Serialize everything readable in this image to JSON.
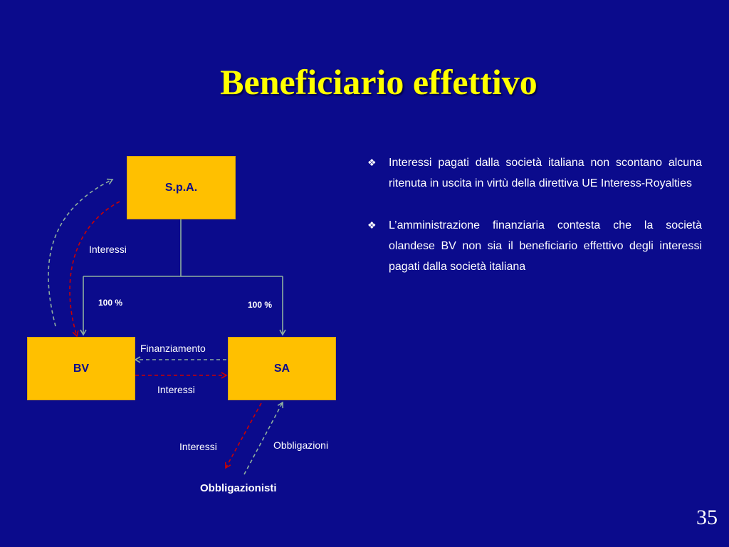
{
  "slide": {
    "title": "Beneficiario effettivo",
    "page_number": "35"
  },
  "diagram": {
    "boxes": {
      "spa": "S.p.A.",
      "bv": "BV",
      "sa": "SA"
    },
    "labels": {
      "interessi_top": "Interessi",
      "pct_left": "100 %",
      "pct_right": "100 %",
      "finanziamento": "Finanziamento",
      "interessi_middle": "Interessi",
      "interessi_bottom": "Interessi",
      "obbligazioni": "Obbligazioni",
      "obbligazionisti": "Obbligazionisti"
    },
    "colors": {
      "box": "#ffc000",
      "solid_arrow": "#7f9f8f",
      "dashed_grey": "#7f9f8f",
      "dashed_red": "#cc0000"
    }
  },
  "bullets": [
    {
      "icon": "diamond-bullet-icon",
      "text": "Interessi pagati dalla società italiana non scontano alcuna ritenuta in uscita in virtù della direttiva UE Interess-Royalties"
    },
    {
      "icon": "diamond-bullet-icon",
      "text": "L’amministrazione finanziaria contesta che la società olandese BV non sia il beneficiario effettivo degli interessi pagati dalla società italiana"
    }
  ]
}
